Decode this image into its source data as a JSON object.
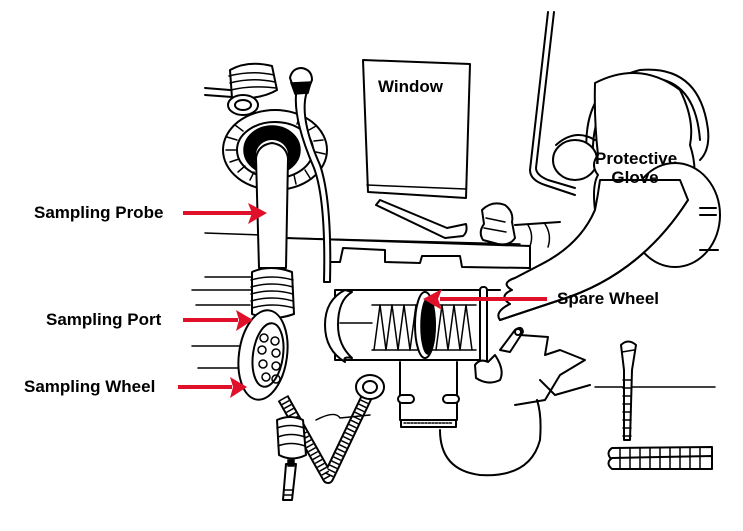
{
  "diagram": {
    "type": "labeled-illustration",
    "subject": "Glovebox sampling apparatus",
    "arrow_color": "#e0102a",
    "line_color": "#000000",
    "background": "#ffffff",
    "labels": {
      "sampling_probe": "Sampling Probe",
      "sampling_port": "Sampling Port",
      "sampling_wheel": "Sampling Wheel",
      "spare_wheel": "Spare Wheel",
      "window": "Window",
      "protective_glove_line1": "Protective",
      "protective_glove_line2": "Glove"
    }
  }
}
